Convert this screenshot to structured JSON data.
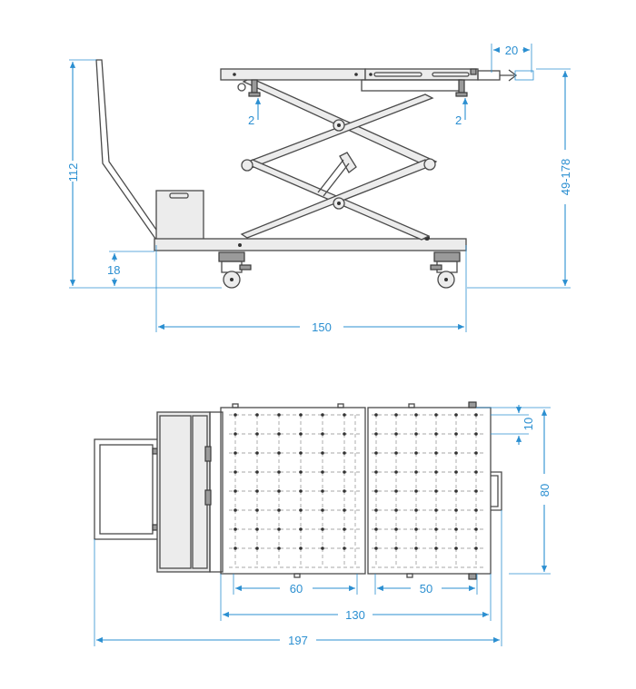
{
  "side_view": {
    "dims": {
      "height_handle": "112",
      "ground_clearance": "18",
      "length": "150",
      "lift_range": "49-178",
      "extension": "20",
      "stop_left": "2",
      "stop_right": "2"
    }
  },
  "top_view": {
    "dims": {
      "hole_spacing": "10",
      "width": "80",
      "plate_left": "60",
      "plate_right": "50",
      "platform_length": "130",
      "total_length": "197"
    }
  },
  "colors": {
    "dimension": "#2b8fd1",
    "outline": "#4a4a4a"
  }
}
